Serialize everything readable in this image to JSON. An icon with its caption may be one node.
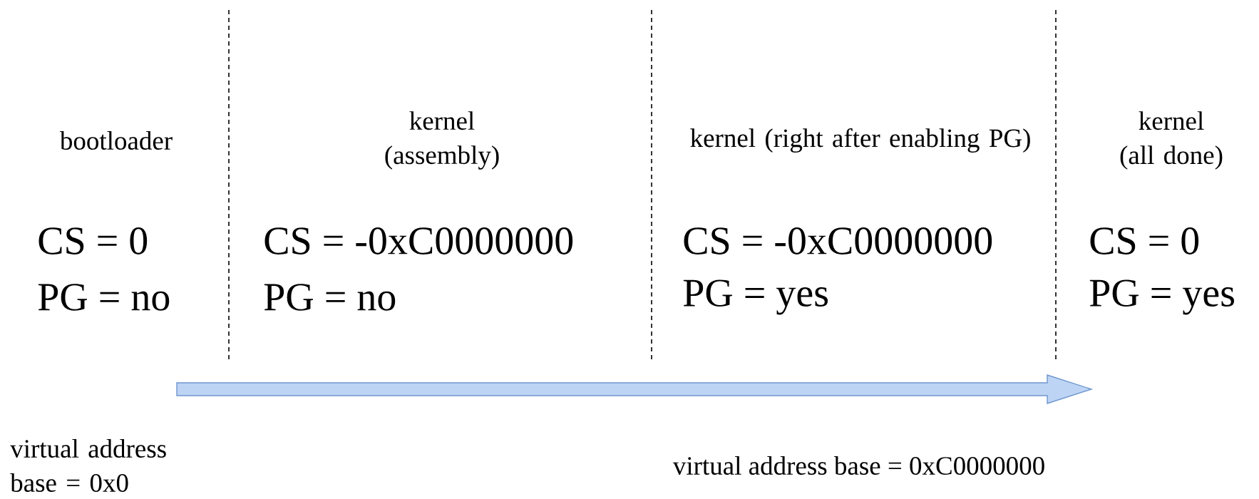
{
  "diagram": {
    "labels": [
      "bootloader",
      "CS = 0",
      "PG = no",
      "kernel (assembly)",
      "CS = -0xC0000000",
      "PG = no",
      "kernel (right after enabling PG)",
      "CS = -0xC0000000",
      "PG = yes",
      "kernel (all done)",
      "CS = 0",
      "PG = yes",
      "virtual address base = 0x0",
      "virtual address base = 0xC0000000"
    ]
  }
}
